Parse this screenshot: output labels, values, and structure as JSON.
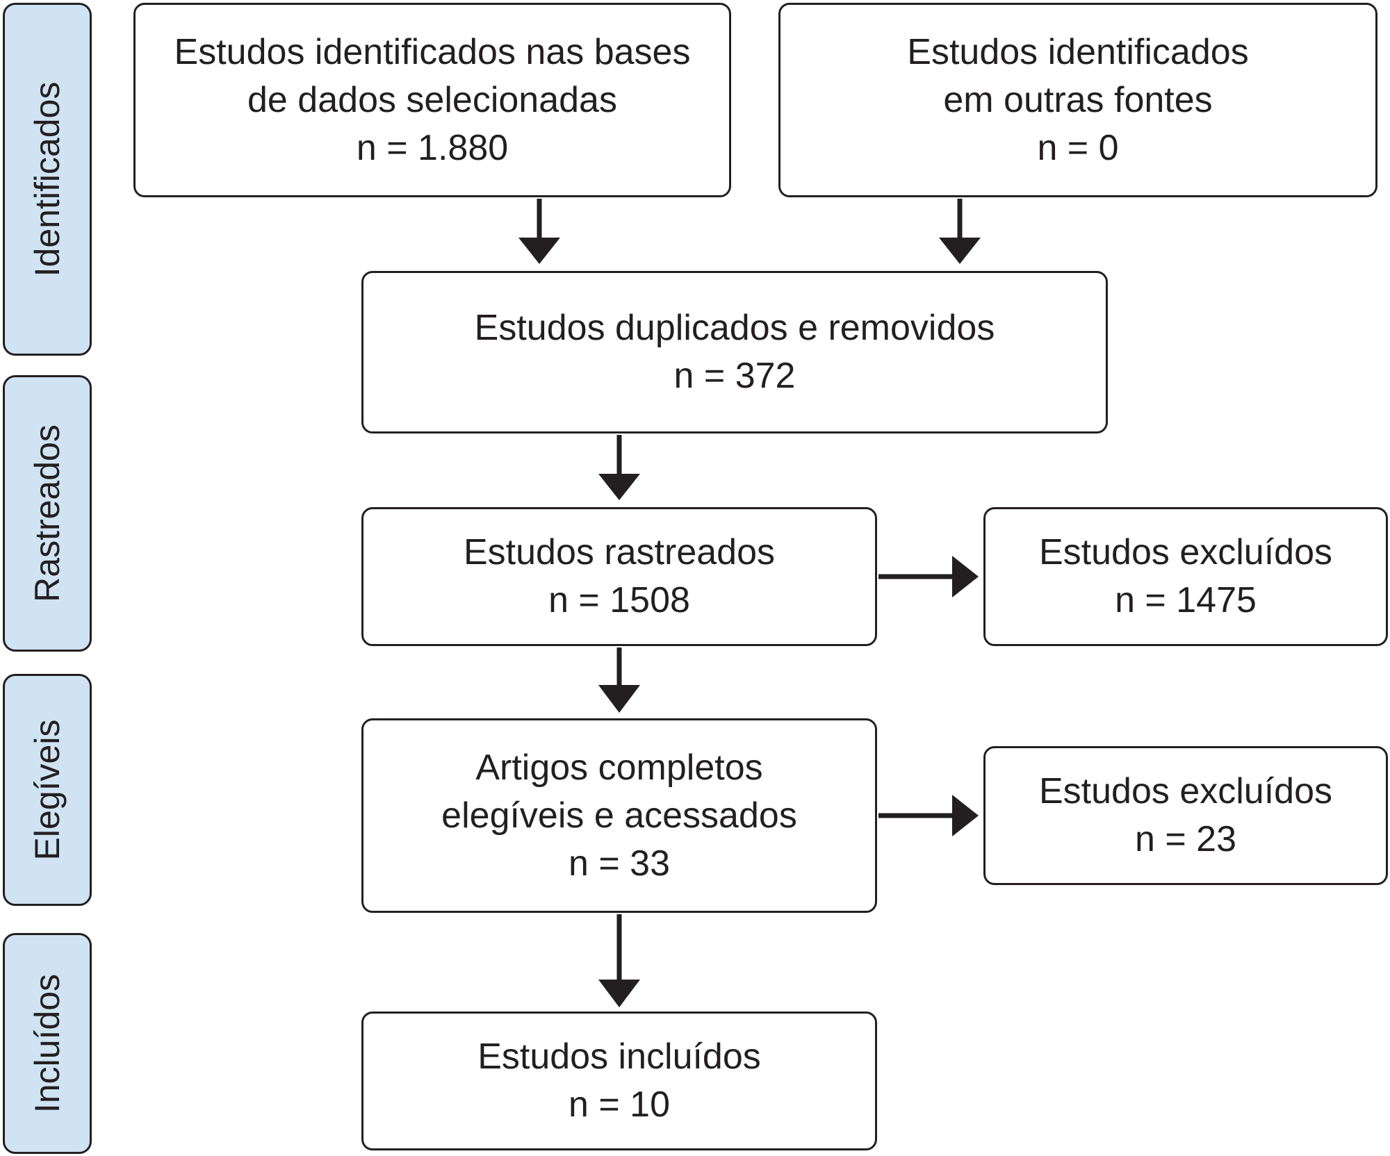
{
  "phases": [
    {
      "label": "Identificados"
    },
    {
      "label": "Rastreados"
    },
    {
      "label": "Elegíveis"
    },
    {
      "label": "Incluídos"
    }
  ],
  "boxes": {
    "db_identified": {
      "lines": [
        "Estudos identificados nas bases",
        "de dados selecionadas",
        "n = 1.880"
      ]
    },
    "other_identified": {
      "lines": [
        "Estudos identificados",
        "em outras fontes",
        "n = 0"
      ]
    },
    "duplicates": {
      "lines": [
        "Estudos duplicados e removidos",
        "n = 372"
      ]
    },
    "screened": {
      "lines": [
        "Estudos rastreados",
        "n = 1508"
      ]
    },
    "screened_excluded": {
      "lines": [
        "Estudos excluídos",
        "n = 1475"
      ]
    },
    "eligible": {
      "lines": [
        "Artigos completos",
        "elegíveis e acessados",
        "n = 33"
      ]
    },
    "eligible_excluded": {
      "lines": [
        "Estudos excluídos",
        "n = 23"
      ]
    },
    "included": {
      "lines": [
        "Estudos incluídos",
        "n = 10"
      ]
    }
  },
  "colors": {
    "phase_fill": "#cfe3f2",
    "stroke": "#231f20",
    "box_fill": "#ffffff"
  }
}
